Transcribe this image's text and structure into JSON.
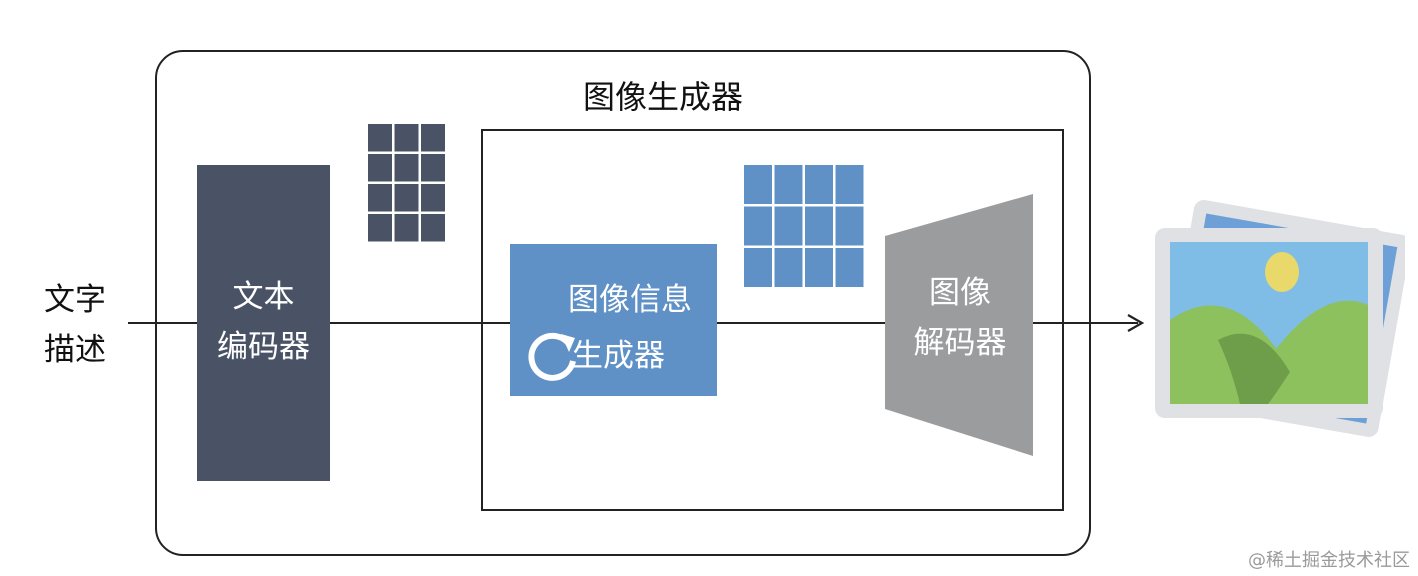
{
  "input": {
    "line1": "文字",
    "line2": "描述"
  },
  "outer": {
    "title": "图像生成器"
  },
  "text_encoder": {
    "line1": "文本",
    "line2": "编码器"
  },
  "info_generator": {
    "line1": "图像信息",
    "line2": "生成器"
  },
  "decoder": {
    "line1": "图像",
    "line2": "解码器"
  },
  "watermark": "@稀土掘金技术社区",
  "colors": {
    "encoder": "#4a5366",
    "encoder_grid": "#4a5366",
    "info_generator": "#5f91c7",
    "latent_grid": "#5f91c7",
    "decoder": "#9b9c9e",
    "picture_frame": "#dfe1e4",
    "picture_back": "#6ea0d8",
    "sky": "#7fbde6",
    "sun": "#e8d96a",
    "hill_light": "#8dc15e",
    "hill_dark": "#6f9e4a"
  },
  "icons": {
    "loop": "circular-arrow-icon",
    "output": "picture-icon",
    "arrowhead": "arrow-right-icon"
  }
}
